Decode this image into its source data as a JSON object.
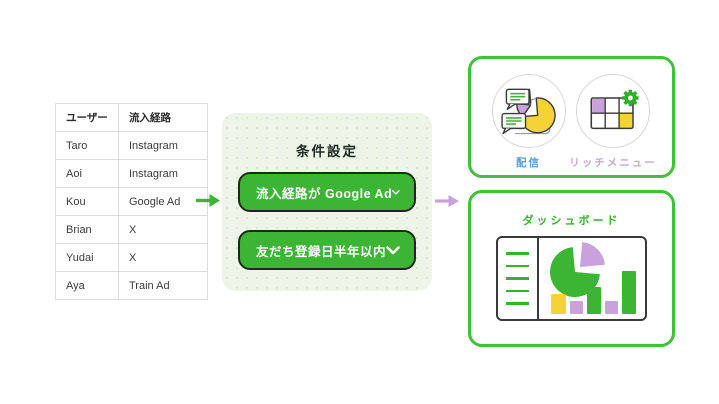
{
  "table": {
    "headers": [
      "ユーザー",
      "流入経路"
    ],
    "rows": [
      [
        "Taro",
        "Instagram"
      ],
      [
        "Aoi",
        "Instagram"
      ],
      [
        "Kou",
        "Google Ad"
      ],
      [
        "Brian",
        "X"
      ],
      [
        "Yudai",
        "X"
      ],
      [
        "Aya",
        "Train Ad"
      ]
    ]
  },
  "condition_panel": {
    "title": "条件設定",
    "conditions": [
      "流入経路が Google Ad",
      "友だち登録日半年以内"
    ]
  },
  "features_panel": {
    "items": [
      {
        "label": "配信",
        "icon": "broadcast-pie-icon",
        "label_color": "#5b9bd5"
      },
      {
        "label": "リッチメニュー",
        "icon": "rich-menu-grid-icon",
        "label_color": "#c9a6de"
      }
    ]
  },
  "dashboard_panel": {
    "title": "ダッシュボード",
    "icon": "dashboard-charts-icon"
  },
  "colors": {
    "brand_green": "#3cb535",
    "panel_border_green": "#42bf3c",
    "accent_purple": "#c9a2dd",
    "accent_yellow": "#f5d335",
    "broadcast_label_blue": "#5b9bd5",
    "richmenu_label_purple": "#c9a6de",
    "condition_panel_bg": "#ecf5e8"
  }
}
